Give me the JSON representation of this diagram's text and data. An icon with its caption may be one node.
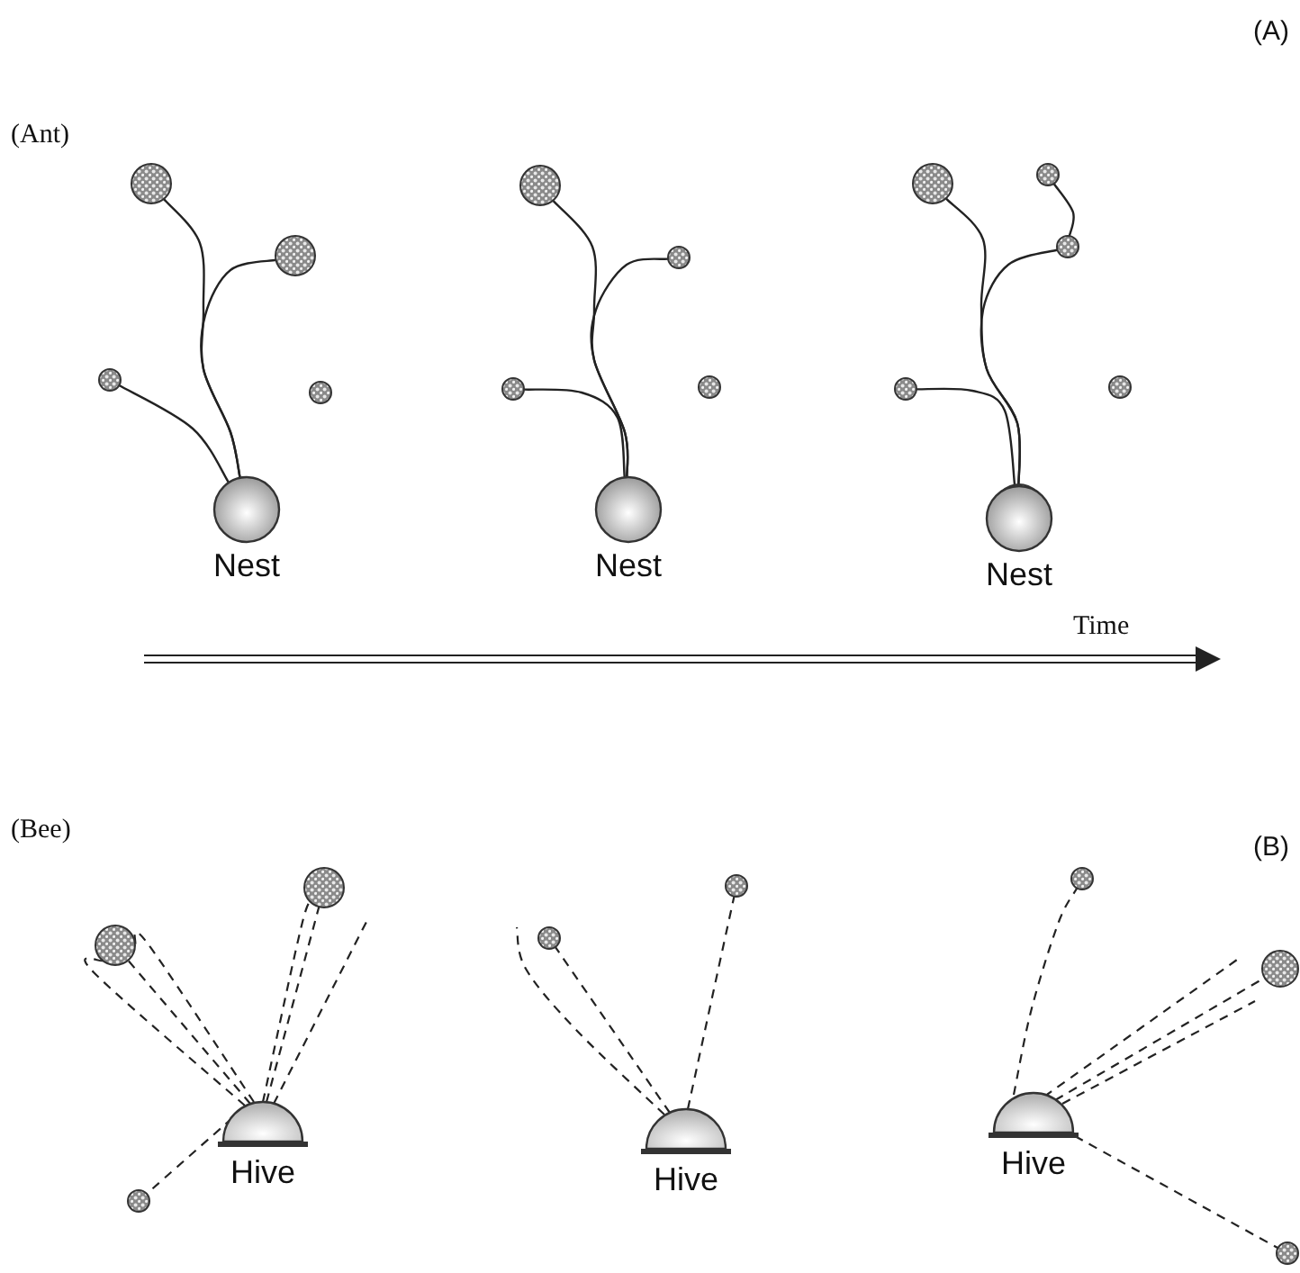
{
  "diagram": {
    "nodes": [
      {
        "text": [
          "Nest"
        ]
      },
      {
        "text": [],
        "shape": "circle"
      },
      {
        "text": [],
        "shape": "circle"
      },
      {
        "text": [],
        "shape": "circle"
      },
      {
        "text": [],
        "shape": "circle"
      },
      {
        "text": [
          "Nest"
        ]
      },
      {
        "text": [],
        "shape": "circle"
      },
      {
        "text": [],
        "shape": "circle"
      },
      {
        "text": [],
        "shape": "circle"
      },
      {
        "text": [],
        "shape": "circle"
      },
      {
        "text": [
          "Nest"
        ]
      },
      {
        "text": [],
        "shape": "circle"
      },
      {
        "text": [],
        "shape": "circle"
      },
      {
        "text": [],
        "shape": "circle"
      },
      {
        "text": [],
        "shape": "circle"
      },
      {
        "text": [],
        "shape": "circle"
      },
      {
        "text": [
          "Hive"
        ]
      },
      {
        "text": [],
        "shape": "circle"
      },
      {
        "text": [],
        "shape": "circle"
      },
      {
        "text": [],
        "shape": "circle"
      },
      {
        "text": [
          "Hive"
        ]
      },
      {
        "text": [],
        "shape": "circle"
      },
      {
        "text": [],
        "shape": "circle"
      },
      {
        "text": [
          "Hive"
        ]
      },
      {
        "text": [],
        "shape": "circle"
      },
      {
        "text": [],
        "shape": "circle"
      },
      {
        "text": [],
        "shape": "circle"
      }
    ],
    "edges": [
      {
        "from": 0,
        "to": 1,
        "arrow": "none"
      },
      {
        "from": 0,
        "to": 2,
        "arrow": "none"
      },
      {
        "from": 0,
        "to": 3,
        "arrow": "none"
      },
      {
        "from": 5,
        "to": 6,
        "arrow": "none"
      },
      {
        "from": 5,
        "to": 7,
        "arrow": "none"
      },
      {
        "from": 5,
        "to": 8,
        "arrow": "none"
      },
      {
        "from": 10,
        "to": 11,
        "arrow": "none"
      },
      {
        "from": 10,
        "to": 13,
        "arrow": "none"
      },
      {
        "from": 10,
        "to": 14,
        "arrow": "none"
      },
      {
        "from": 13,
        "to": 12,
        "arrow": "none"
      },
      {
        "from": 16,
        "to": 17,
        "arrow": "none",
        "style": "dashed"
      },
      {
        "from": 16,
        "to": 17,
        "arrow": "none",
        "style": "dashed"
      },
      {
        "from": 16,
        "to": 17,
        "arrow": "none",
        "style": "dashed"
      },
      {
        "from": 16,
        "to": 18,
        "arrow": "none",
        "style": "dashed"
      },
      {
        "from": 16,
        "to": 18,
        "arrow": "none",
        "style": "dashed"
      },
      {
        "from": 16,
        "to": null,
        "arrow": "none",
        "style": "dashed"
      },
      {
        "from": 16,
        "to": 19,
        "arrow": "none",
        "style": "dashed"
      },
      {
        "from": 20,
        "to": 21,
        "arrow": "none",
        "style": "dashed"
      },
      {
        "from": 20,
        "to": null,
        "arrow": "none",
        "style": "dashed"
      },
      {
        "from": 20,
        "to": 22,
        "arrow": "none",
        "style": "dashed"
      },
      {
        "from": 23,
        "to": 24,
        "arrow": "none",
        "style": "dashed"
      },
      {
        "from": 23,
        "to": 25,
        "arrow": "none",
        "style": "dashed"
      },
      {
        "from": 23,
        "to": null,
        "arrow": "none",
        "style": "dashed"
      },
      {
        "from": 23,
        "to": null,
        "arrow": "none",
        "style": "dashed"
      },
      {
        "from": 23,
        "to": 26,
        "arrow": "none",
        "style": "dashed"
      }
    ],
    "labels": [
      "(A)",
      "(Ant)",
      "Time",
      "(Bee)",
      "(B)"
    ]
  }
}
